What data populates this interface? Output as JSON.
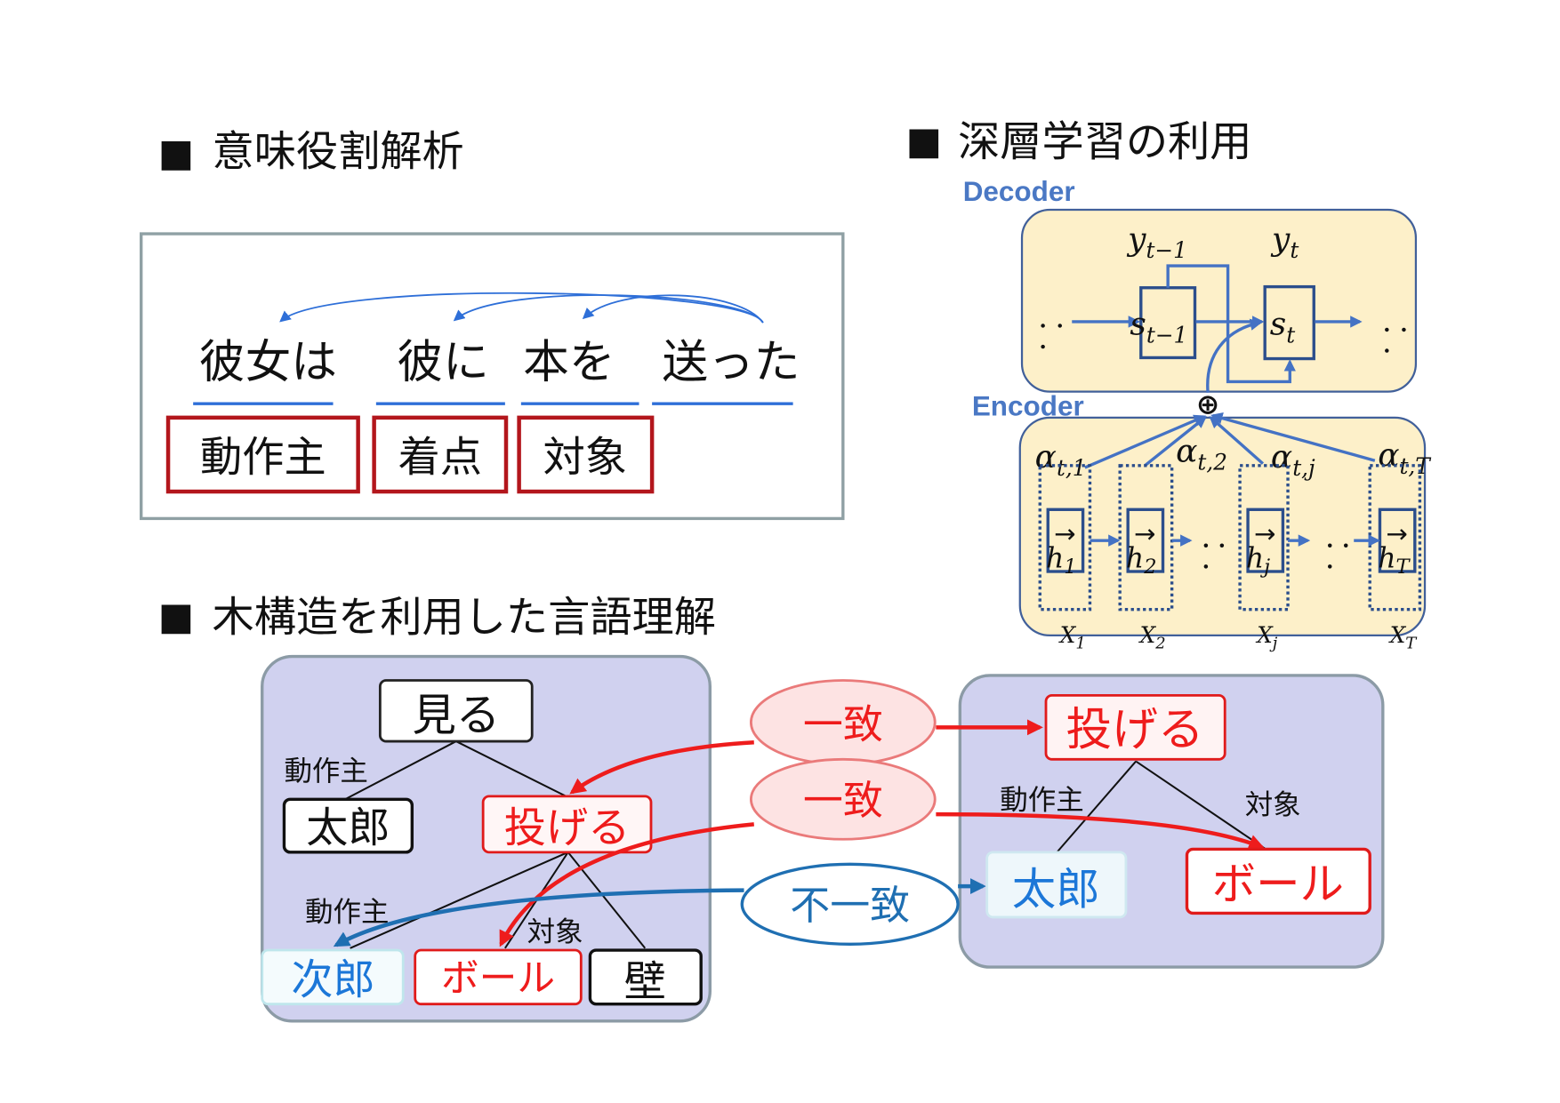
{
  "slide": {
    "bullet": "■"
  },
  "srl": {
    "title": "意味役割解析",
    "words": [
      "彼女は",
      "彼に",
      "本を",
      "送った"
    ],
    "roles": [
      "動作主",
      "着点",
      "対象"
    ]
  },
  "seq2seq": {
    "title": "深層学習の利用",
    "decoder_label": "Decoder",
    "encoder_label": "Encoder",
    "outputs": [
      {
        "base": "y",
        "sub": "t−1"
      },
      {
        "base": "y",
        "sub": "t"
      }
    ],
    "states": [
      {
        "base": "s",
        "sub": "t−1"
      },
      {
        "base": "s",
        "sub": "t"
      }
    ],
    "combine_symbol": "⊕",
    "attention_weights": [
      {
        "base": "α",
        "sub": "t,1"
      },
      {
        "base": "α",
        "sub": "t,2"
      },
      {
        "base": "α",
        "sub": "t,j"
      },
      {
        "base": "α",
        "sub": "t,T"
      }
    ],
    "hidden_states": [
      {
        "vector_mark": "→",
        "base": "h",
        "sub": "1"
      },
      {
        "vector_mark": "→",
        "base": "h",
        "sub": "2"
      },
      {
        "vector_mark": "→",
        "base": "h",
        "sub": "j"
      },
      {
        "vector_mark": "→",
        "base": "h",
        "sub": "T"
      }
    ],
    "inputs": [
      {
        "base": "X",
        "sub": "1"
      },
      {
        "base": "X",
        "sub": "2"
      },
      {
        "base": "X",
        "sub": "j"
      },
      {
        "base": "X",
        "sub": "T"
      }
    ]
  },
  "tree": {
    "title": "木構造を利用した言語理解",
    "left_tree": {
      "root": "見る",
      "root_agent_label": "動作主",
      "root_agent": "太郎",
      "verb": "投げる",
      "verb_agent_label": "動作主",
      "verb_object_label": "対象",
      "leaves": [
        "次郎",
        "ボール",
        "壁"
      ]
    },
    "right_tree": {
      "verb": "投げる",
      "agent_label": "動作主",
      "object_label": "対象",
      "agent": "太郎",
      "object": "ボール"
    },
    "comparisons": [
      "一致",
      "一致",
      "不一致"
    ]
  },
  "colors": {
    "accent_red": "#ee1c1c",
    "mismatch_blue": "#1f6fb2",
    "entity_blue": "#1c77d8",
    "srl_blue": "#2e6fd8",
    "role_red": "#b3161c",
    "panel_lavender": "#d0d1ef",
    "panel_yellow": "#fdf0c9",
    "network_blue": "#4472c4",
    "label_blue": "#4a78c4",
    "node_navy": "#2b4e8c",
    "match_pink": "#fde3e3"
  }
}
